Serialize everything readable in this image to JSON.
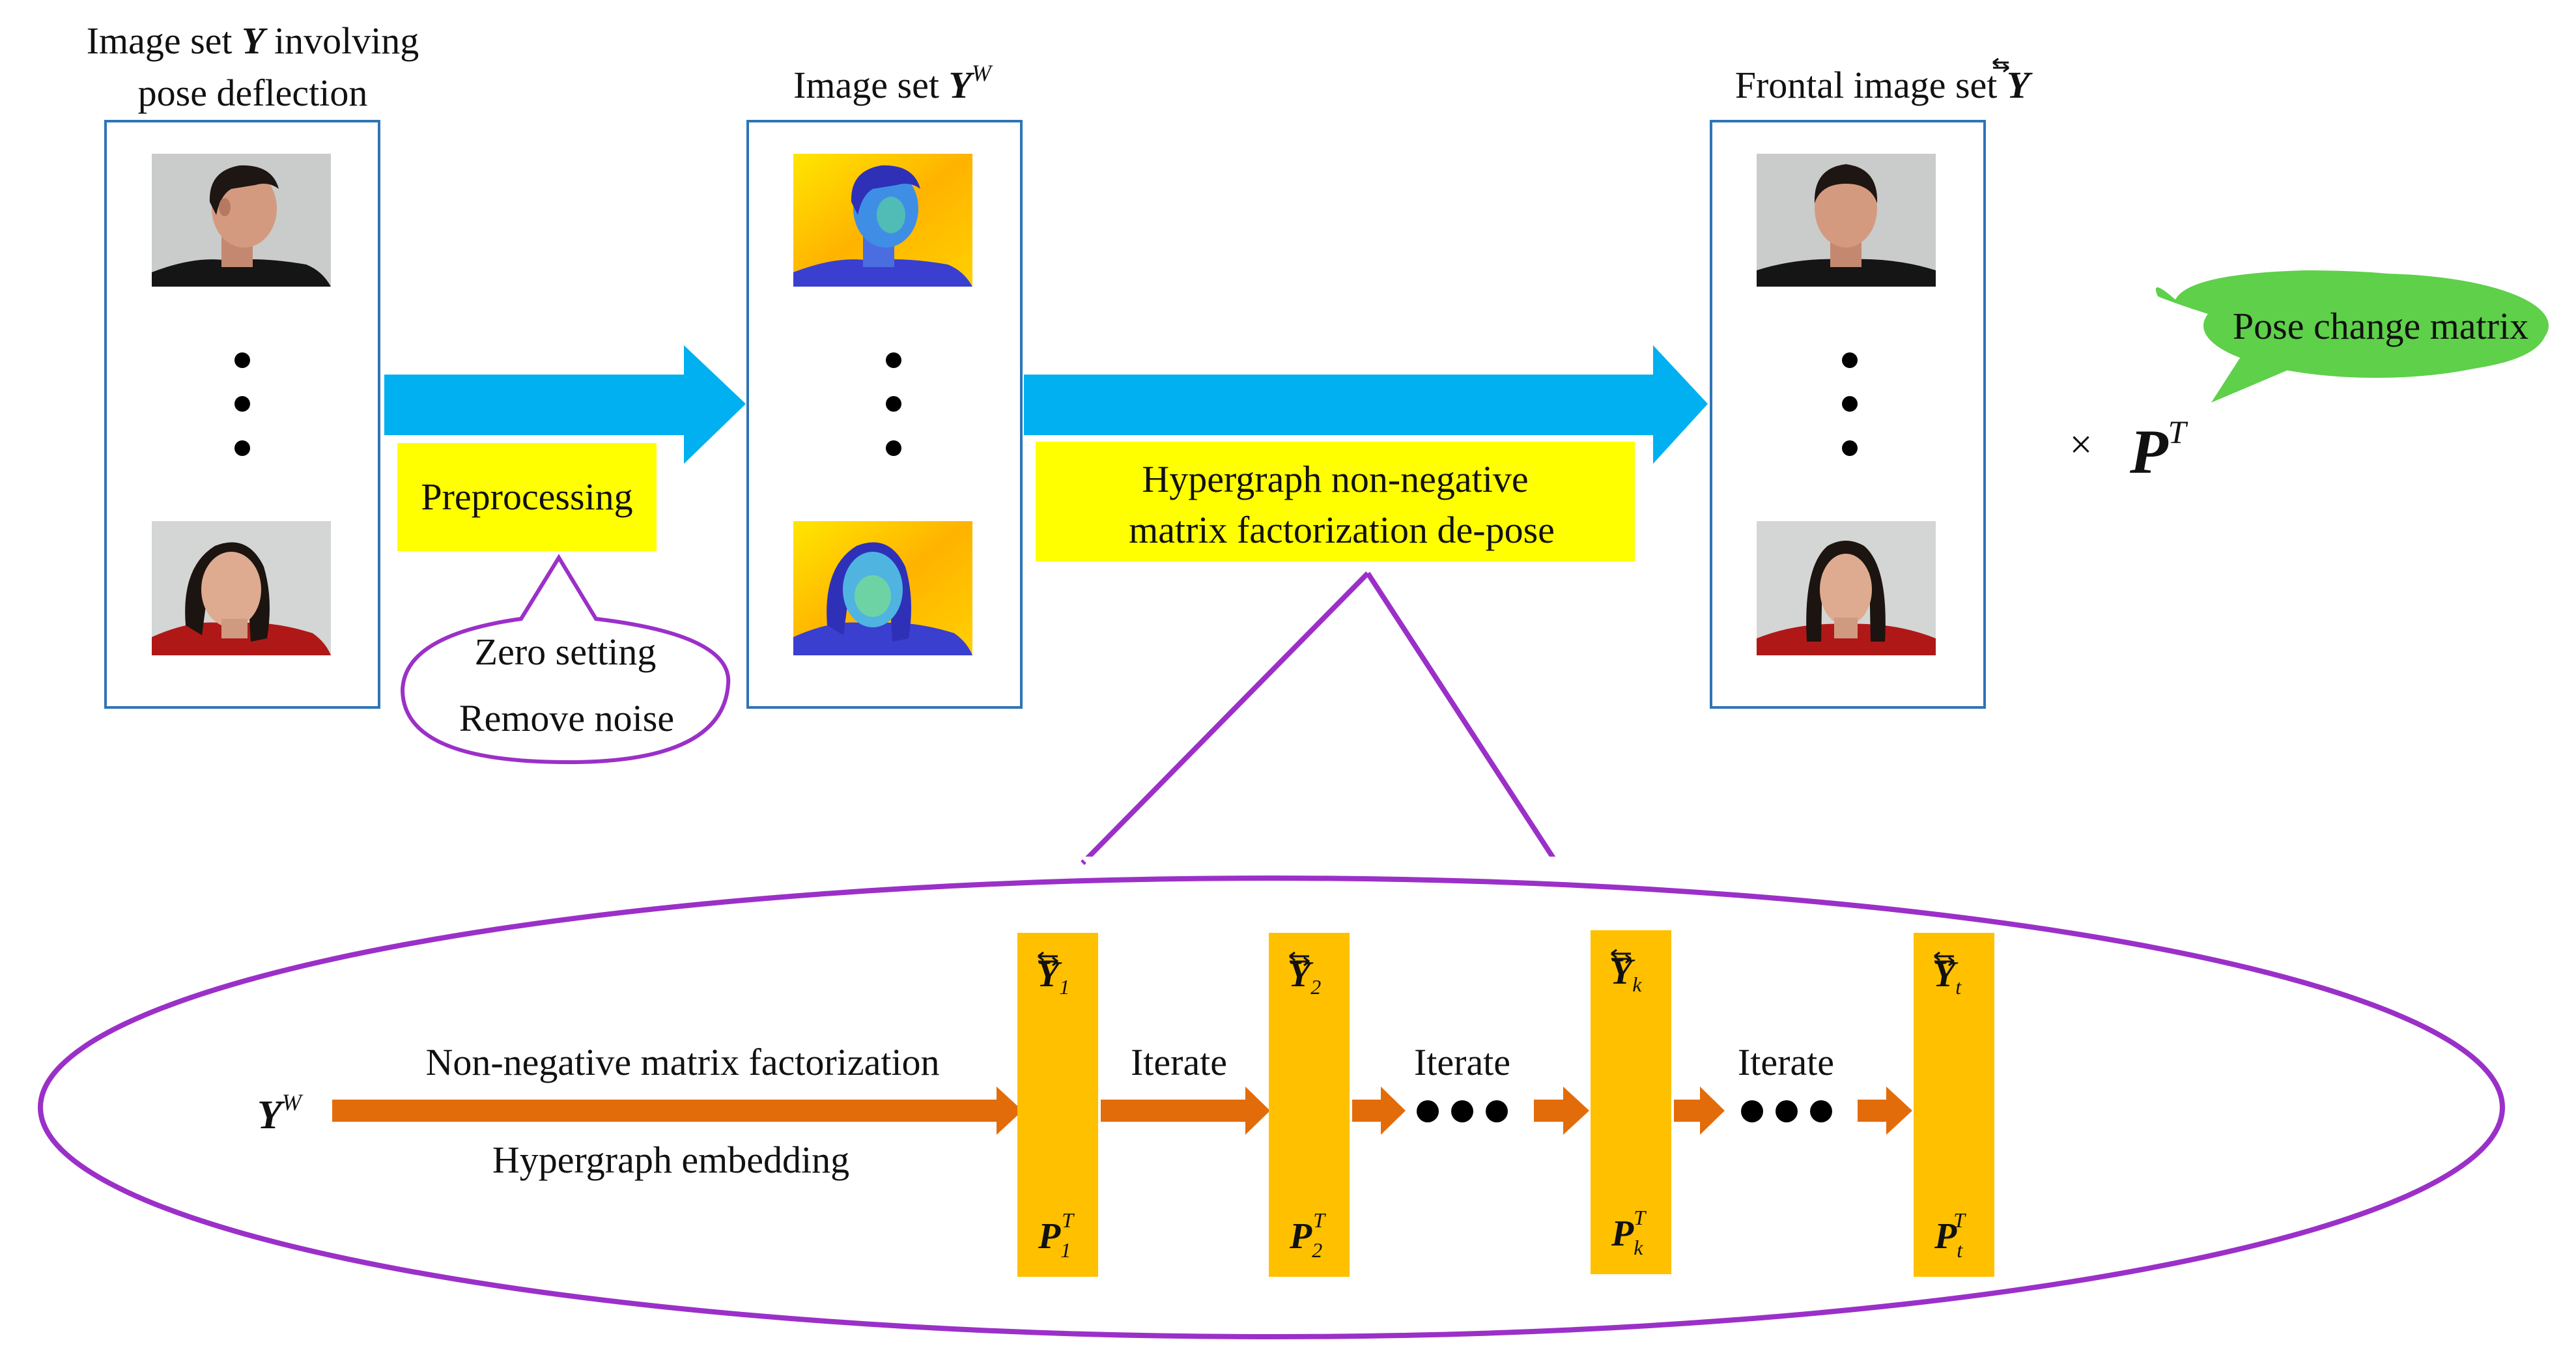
{
  "stages": {
    "input": {
      "title_line1_prefix": "Image set ",
      "title_var": "Y",
      "title_line1_suffix": " involving",
      "title_line2": "pose deflection"
    },
    "weighted": {
      "title_prefix": "Image set ",
      "title_var": "Y",
      "title_sup": "W"
    },
    "frontal": {
      "title_prefix": "Frontal image set ",
      "title_var": "Y"
    }
  },
  "preprocessing": {
    "label": "Preprocessing",
    "bubble_line1": "Zero setting",
    "bubble_line2": "Remove noise"
  },
  "depose": {
    "label_line1": "Hypergraph non-negative",
    "label_line2": "matrix factorization de-pose"
  },
  "pose_change": {
    "callout": "Pose change matrix",
    "times": "×",
    "var": "P",
    "sup": "T"
  },
  "detail": {
    "input_var": "Y",
    "input_sup": "W",
    "arrow_top": "Non-negative matrix factorization",
    "arrow_bottom": "Hypergraph embedding",
    "iterate": "Iterate",
    "blocks": [
      {
        "y_var": "Y",
        "y_sub": "1",
        "p_var": "P",
        "p_sub": "1",
        "p_sup": "T"
      },
      {
        "y_var": "Y",
        "y_sub": "2",
        "p_var": "P",
        "p_sub": "2",
        "p_sup": "T"
      },
      {
        "y_var": "Y",
        "y_sub": "k",
        "p_var": "P",
        "p_sub": "k",
        "p_sup": "T"
      },
      {
        "y_var": "Y",
        "y_sub": "t",
        "p_var": "P",
        "p_sub": "t",
        "p_sup": "T"
      }
    ]
  },
  "colors": {
    "blue_arrow": "#00b0f0",
    "orange_arrow": "#e36c0a",
    "yellow_label": "#ffff00",
    "block_fill": "#ffc000",
    "purple": "#9b30c8",
    "green_callout": "#5ed04a",
    "frame_border": "#2e75b6"
  }
}
